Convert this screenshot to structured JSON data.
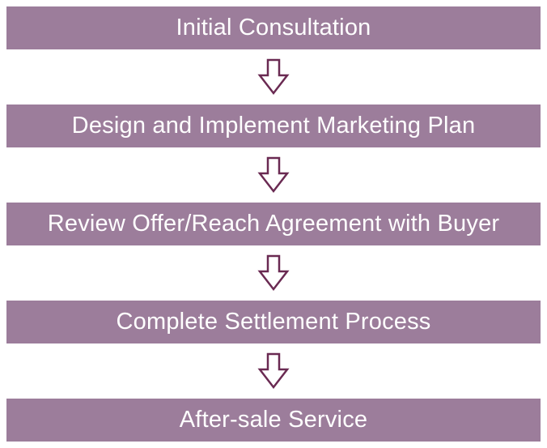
{
  "flowchart": {
    "title": "",
    "bar_color": "#9c7d9b",
    "text_color": "#ffffff",
    "arrow_outline_color": "#6a2a52",
    "arrow_fill_color": "#ffffff",
    "steps": [
      {
        "label": "Initial Consultation"
      },
      {
        "label": "Design and Implement Marketing Plan"
      },
      {
        "label": "Review Offer/Reach Agreement with Buyer"
      },
      {
        "label": "Complete Settlement Process"
      },
      {
        "label": "After-sale Service"
      }
    ]
  }
}
